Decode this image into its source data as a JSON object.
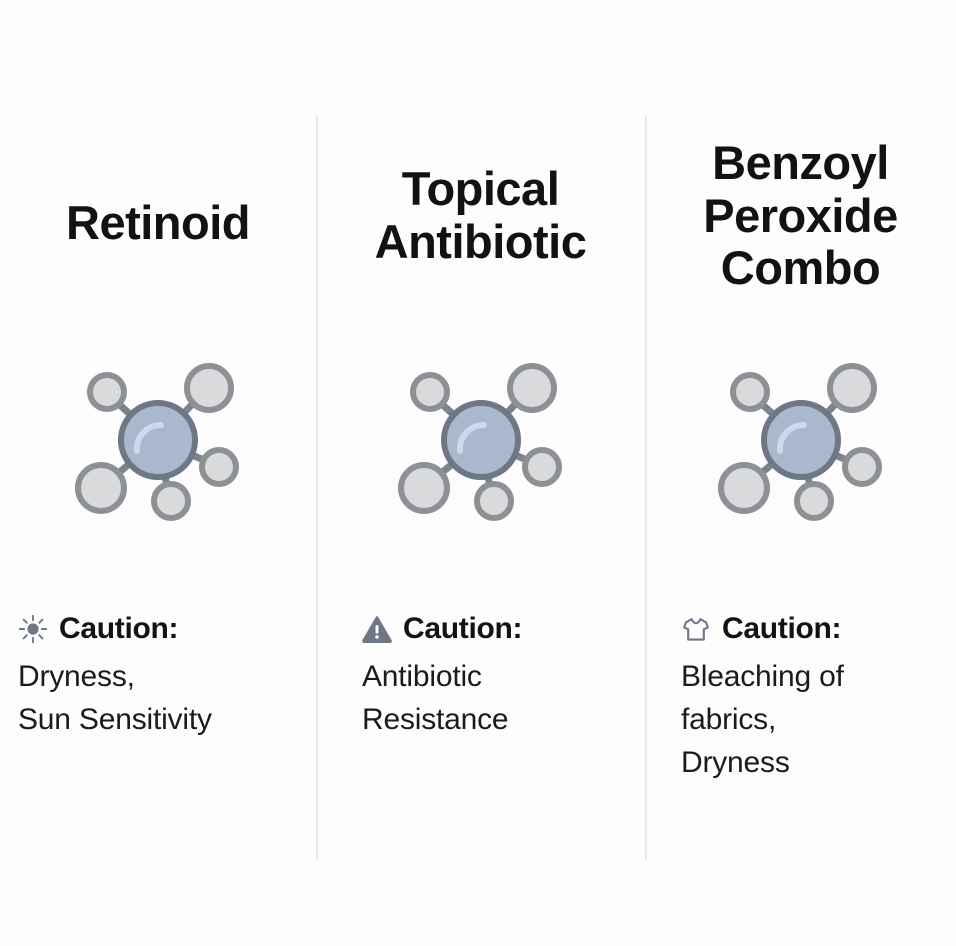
{
  "canvas": {
    "background": "#fdfdfd",
    "divider_color": "#e9e9ea"
  },
  "palette": {
    "text": "#111214",
    "molecule_core_fill": "#aab7cd",
    "molecule_core_stroke": "#6e7785",
    "molecule_core_highlight": "#cfd8e8",
    "molecule_node_fill": "#d9dadc",
    "molecule_node_stroke": "#8d9195",
    "icon_gray": "#6e7785",
    "shirt_stroke": "#6e7785"
  },
  "columns": [
    {
      "id": "retinoid",
      "title": "Retinoid",
      "molecule_icon": "molecule-icon",
      "caution": {
        "icon": "sun-icon",
        "label": "Caution:",
        "body": "Dryness,\nSun Sensitivity"
      }
    },
    {
      "id": "topical-antibiotic",
      "title": "Topical\nAntibiotic",
      "molecule_icon": "molecule-icon",
      "caution": {
        "icon": "warning-triangle-icon",
        "label": "Caution:",
        "body": "Antibiotic\nResistance"
      }
    },
    {
      "id": "benzoyl-peroxide-combo",
      "title": "Benzoyl\nPeroxide\nCombo",
      "molecule_icon": "molecule-icon",
      "caution": {
        "icon": "tshirt-icon",
        "label": "Caution:",
        "body": "Bleaching of\nfabrics,\nDryness"
      }
    }
  ]
}
